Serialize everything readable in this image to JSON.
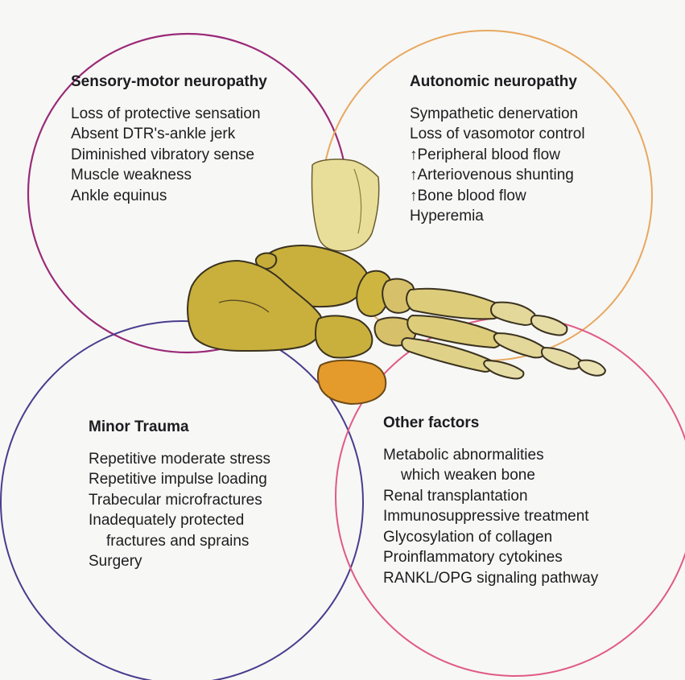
{
  "circles": {
    "sensory_motor": {
      "title": "Sensory-motor neuropathy",
      "items": [
        "Loss of protective sensation",
        "Absent DTR's-ankle jerk",
        "Diminished vibratory sense",
        "Muscle weakness",
        "Ankle equinus"
      ],
      "color": "#9a2a78"
    },
    "autonomic": {
      "title": "Autonomic neuropathy",
      "items": [
        "Sympathetic denervation",
        "Loss of vasomotor control",
        "↑Peripheral blood flow",
        "↑Arteriovenous shunting",
        "↑Bone blood flow",
        "Hyperemia"
      ],
      "color": "#e8a860"
    },
    "minor_trauma": {
      "title": "Minor Trauma",
      "items": [
        "Repetitive moderate stress",
        "Repetitive impulse loading",
        "Trabecular microfractures",
        "Inadequately protected",
        "fractures and sprains",
        "Surgery"
      ],
      "color": "#4a3c8e"
    },
    "other_factors": {
      "title": "Other factors",
      "items": [
        "Metabolic abnormalities",
        "which weaken bone",
        "Renal transplantation",
        "Immunosuppressive treatment",
        "Glycosylation of collagen",
        "Proinflammatory cytokines",
        "RANKL/OPG signaling pathway"
      ],
      "color": "#e05a86"
    }
  },
  "illustration": {
    "icon": "foot-bones-illustration",
    "bone_color": "#c9b03c",
    "bone_light_color": "#e8d98a",
    "highlight_color": "#e8901e"
  }
}
